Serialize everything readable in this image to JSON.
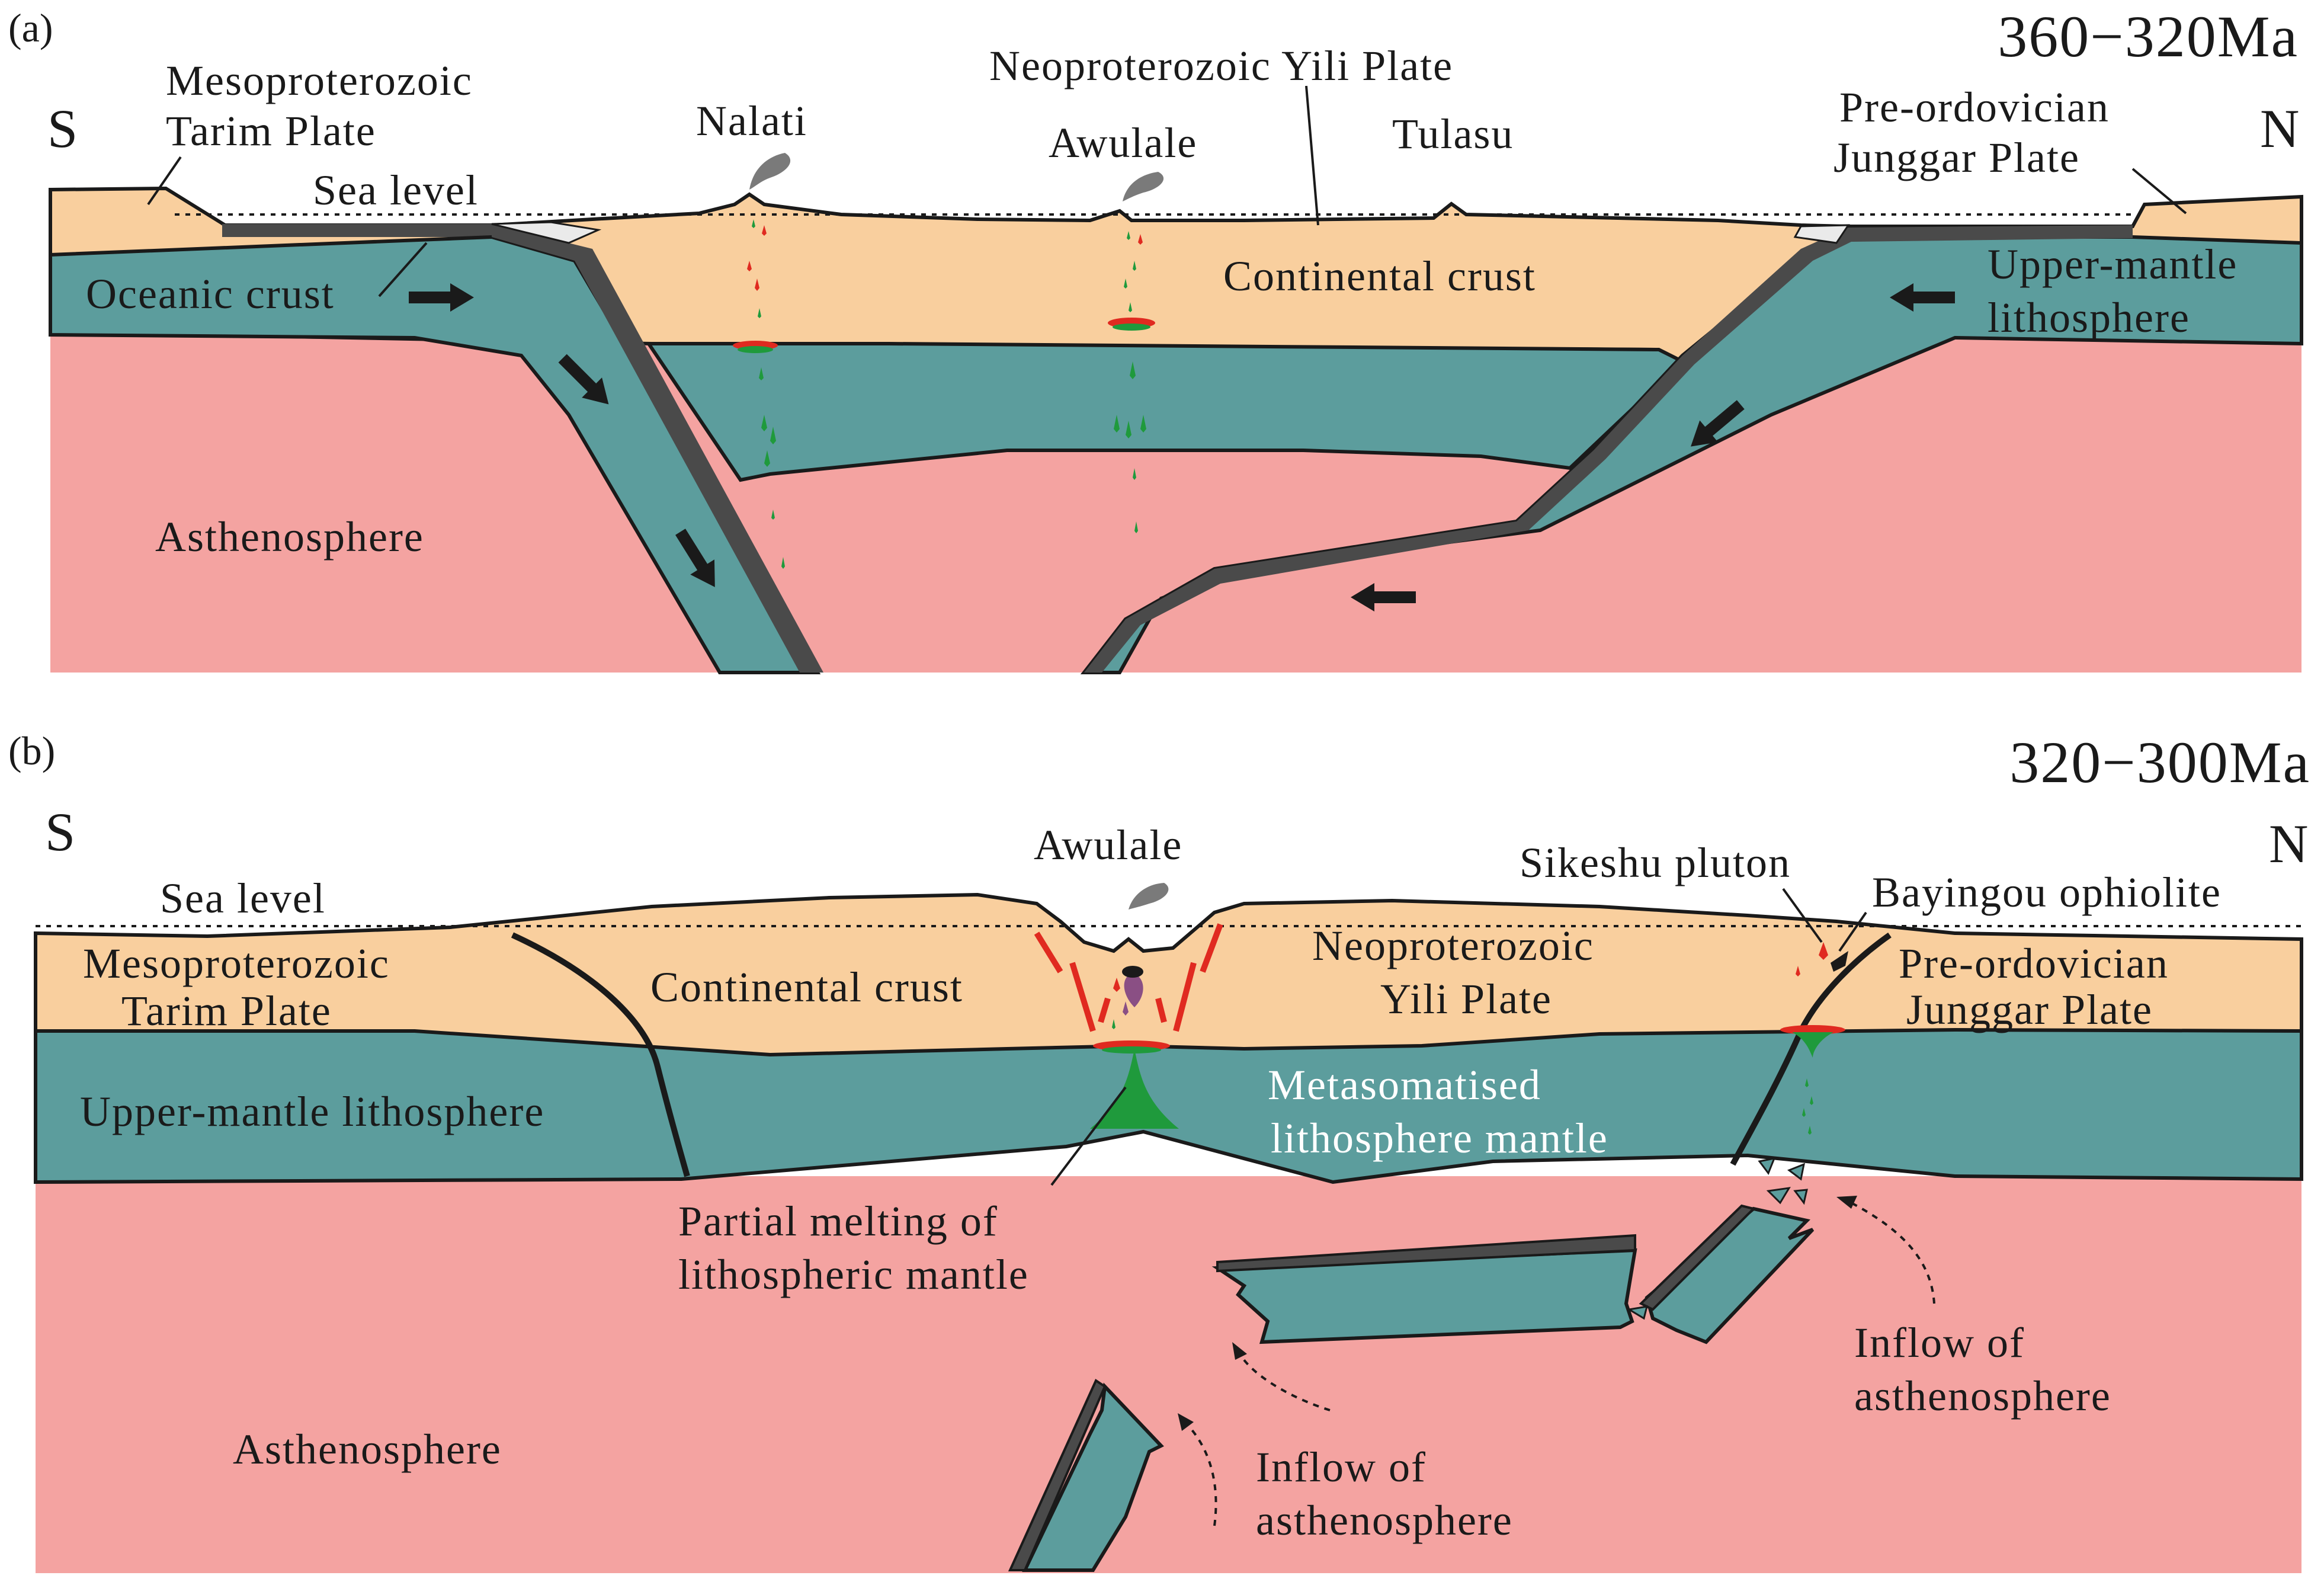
{
  "panel_a": {
    "tag": "(a)",
    "age": "360−320Ma",
    "south": "S",
    "north": "N",
    "tarim_line1": "Mesoproterozoic",
    "tarim_line2": "Tarim Plate",
    "sea_level": "Sea level",
    "nalati": "Nalati",
    "yili_plate": "Neoproterozoic Yili Plate",
    "awulale": "Awulale",
    "tulasu": "Tulasu",
    "junggar_line1": "Pre-ordovician",
    "junggar_line2": "Junggar Plate",
    "oceanic_crust": "Oceanic crust",
    "continental_crust": "Continental crust",
    "upper_mantle_line1": "Upper-mantle",
    "upper_mantle_line2": "lithosphere",
    "asthenosphere": "Asthenosphere"
  },
  "panel_b": {
    "tag": "(b)",
    "age": "320−300Ma",
    "south": "S",
    "north": "N",
    "awulale": "Awulale",
    "sikeshu": "Sikeshu pluton",
    "bayingou": "Bayingou ophiolite",
    "sea_level": "Sea level",
    "tarim_line1": "Mesoproterozoic",
    "tarim_line2": "Tarim Plate",
    "continental_crust": "Continental crust",
    "yili_line1": "Neoproterozoic",
    "yili_line2": "Yili Plate",
    "junggar_line1": "Pre-ordovician",
    "junggar_line2": "Junggar Plate",
    "upper_mantle": "Upper-mantle lithosphere",
    "metasom_line1": "Metasomatised",
    "metasom_line2": "lithosphere mantle",
    "partial_line1": "Partial melting of",
    "partial_line2": "lithospheric mantle",
    "inflow_right_line1": "Inflow of",
    "inflow_right_line2": "asthenosphere",
    "inflow_left_line1": "Inflow of",
    "inflow_left_line2": "asthenosphere",
    "asthenosphere": "Asthenosphere"
  },
  "colors": {
    "continental_crust": "#f9cf9e",
    "lithospheric_mantle": "#5c9d9d",
    "asthenosphere": "#f4a3a1",
    "oceanic_crust": "#4a4a4a",
    "melt_green": "#1f9a3c",
    "melt_red": "#e02a20"
  },
  "icons": [
    "volcanic-plume-icon",
    "motion-arrow-icon",
    "melt-drop-icon",
    "fault-line-icon"
  ]
}
